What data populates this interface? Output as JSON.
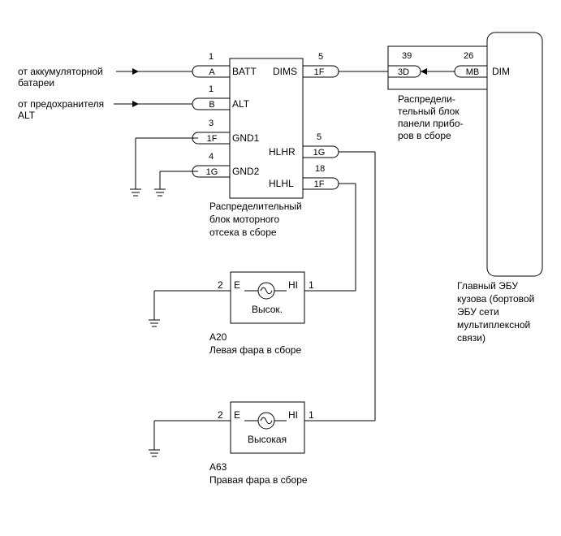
{
  "sources": {
    "battery": [
      "от аккумуляторной",
      "батареи"
    ],
    "alt_fuse": [
      "от предохранителя",
      "ALT"
    ]
  },
  "engine_block": {
    "label": [
      "Распределительный",
      "блок моторного",
      "отсека в сборе"
    ],
    "pins_left": [
      {
        "pin": "1",
        "conn": "A",
        "name": "BATT"
      },
      {
        "pin": "1",
        "conn": "B",
        "name": "ALT"
      },
      {
        "pin": "3",
        "conn": "1F",
        "name": "GND1"
      },
      {
        "pin": "4",
        "conn": "1G",
        "name": "GND2"
      }
    ],
    "pins_right": [
      {
        "pin": "5",
        "conn": "1F",
        "name": "DIMS"
      },
      {
        "pin": "5",
        "conn": "1G",
        "name": "HLHR"
      },
      {
        "pin": "18",
        "conn": "1F",
        "name": "HLHL"
      }
    ]
  },
  "panel_block": {
    "label": [
      "Распредели-",
      "тельный блок",
      "панели прибо-",
      "ров в сборе"
    ],
    "pin_left": {
      "pin": "39",
      "conn": "3D"
    },
    "pin_right": {
      "pin": "26",
      "conn": "MB"
    }
  },
  "ecu": {
    "pin_name": "DIM",
    "label": [
      "Главный ЭБУ",
      "кузова (бортовой",
      "ЭБУ сети",
      "мультиплексной",
      "связи)"
    ]
  },
  "left_headlamp": {
    "code": "A20",
    "name": "Левая фара в сборе",
    "pin_e": "E",
    "pin_e_num": "2",
    "pin_hi": "HI",
    "pin_hi_num": "1",
    "bulb": "Высок."
  },
  "right_headlamp": {
    "code": "A63",
    "name": "Правая фара в сборе",
    "pin_e": "E",
    "pin_e_num": "2",
    "pin_hi": "HI",
    "pin_hi_num": "1",
    "bulb": "Высокая"
  }
}
